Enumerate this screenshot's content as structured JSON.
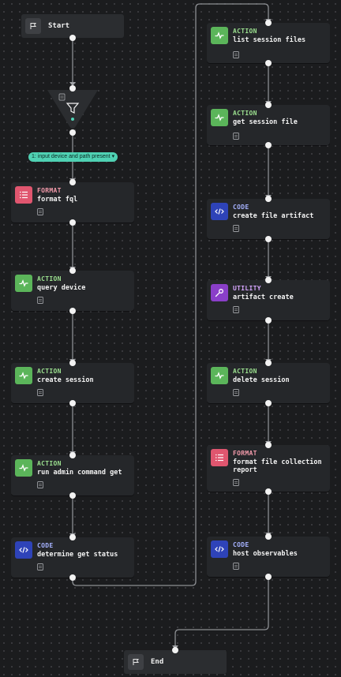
{
  "start": {
    "label": "Start"
  },
  "end": {
    "label": "End"
  },
  "condition": {
    "badge": "1: input device and path present ▾"
  },
  "nodes": [
    {
      "type": "FORMAT",
      "title": "format fql"
    },
    {
      "type": "ACTION",
      "title": "query device"
    },
    {
      "type": "ACTION",
      "title": "create session"
    },
    {
      "type": "ACTION",
      "title": "run admin command get"
    },
    {
      "type": "CODE",
      "title": "determine get status"
    },
    {
      "type": "ACTION",
      "title": "list session files"
    },
    {
      "type": "ACTION",
      "title": "get session file"
    },
    {
      "type": "CODE",
      "title": "create file artifact"
    },
    {
      "type": "UTILITY",
      "title": "artifact create"
    },
    {
      "type": "ACTION",
      "title": "delete session"
    },
    {
      "type": "FORMAT",
      "title": "format file collection report"
    },
    {
      "type": "CODE",
      "title": "host observables"
    }
  ],
  "colors": {
    "action": "#5bb55a",
    "format": "#e0566f",
    "code": "#2e43b8",
    "utility": "#8a3fc9",
    "condition_badge": "#4fd1b3"
  },
  "icons": {
    "start": "flag-icon",
    "end": "flag-icon",
    "decision": "filter-icon",
    "action": "activity-icon",
    "format": "list-icon",
    "code": "code-icon",
    "utility": "wrench-icon",
    "notes": "note-icon"
  }
}
